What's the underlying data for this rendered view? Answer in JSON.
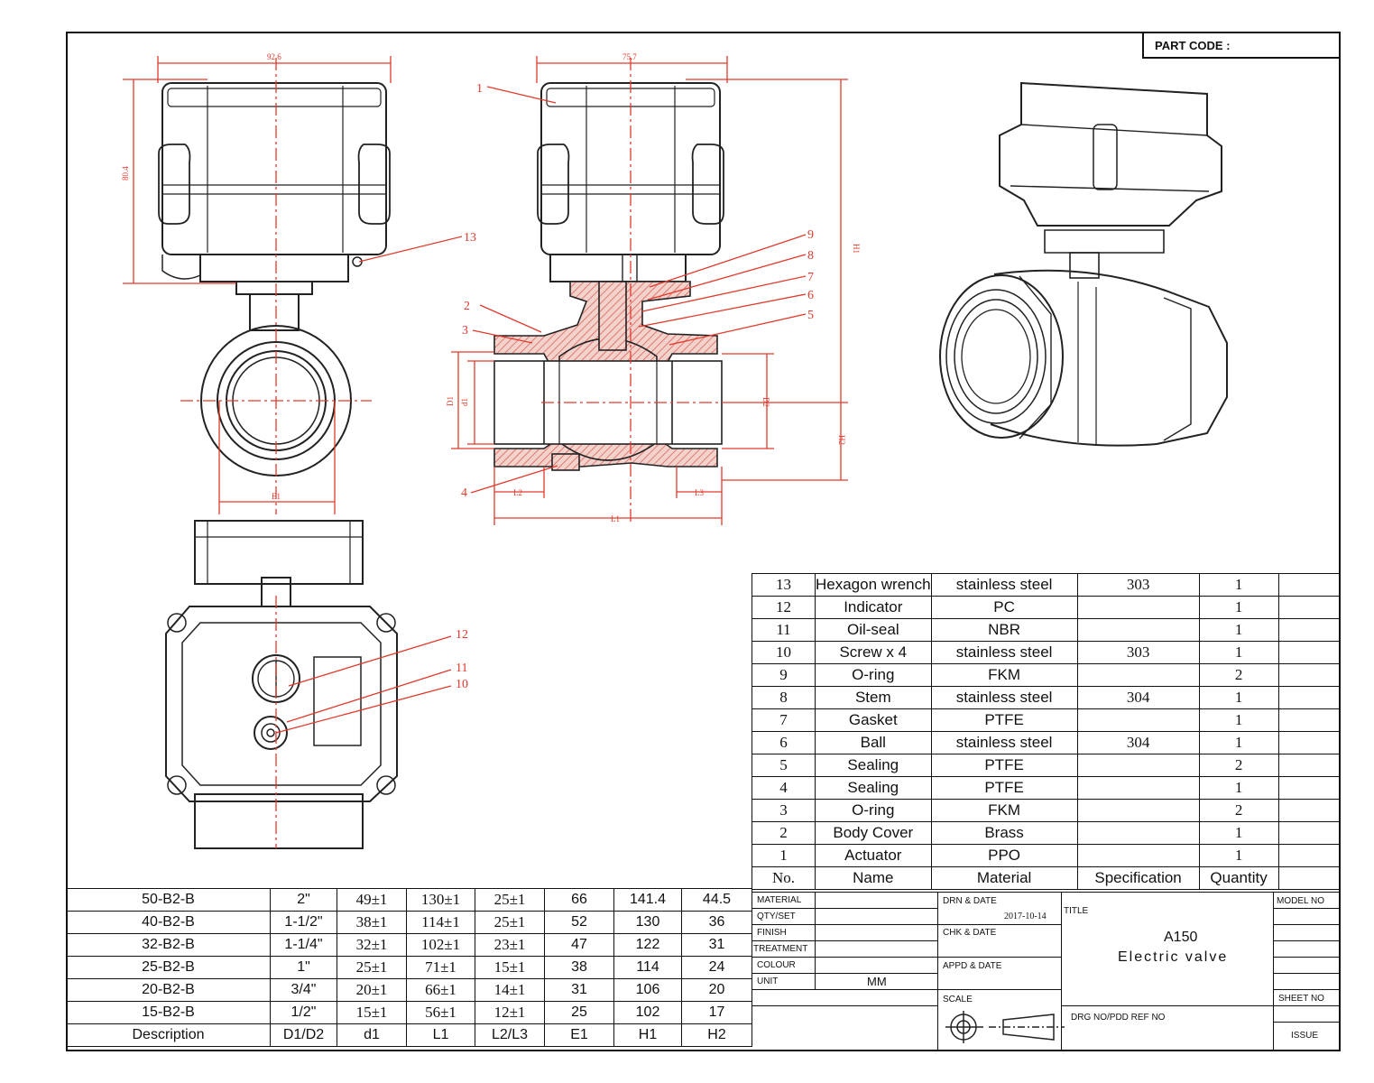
{
  "part_code_label": "PART CODE :",
  "drawing": {
    "front_dims": {
      "width": "92.6",
      "height": "80.4",
      "bottom": "E1"
    },
    "section_dims": {
      "top": "75.7",
      "h1": "H1",
      "h2": "H2",
      "d1": "D1",
      "d1s": "d1",
      "d2": "D2",
      "l1": "L1",
      "l2": "L2",
      "l3": "L3"
    },
    "callouts": [
      "1",
      "2",
      "3",
      "4",
      "5",
      "6",
      "7",
      "8",
      "9",
      "10",
      "11",
      "12",
      "13"
    ]
  },
  "parts_table": {
    "headers": {
      "no": "No.",
      "name": "Name",
      "material": "Material",
      "spec": "Specification",
      "qty": "Quantity"
    },
    "rows": [
      {
        "no": "13",
        "name": "Hexagon wrench",
        "material": "stainless steel",
        "spec": "303",
        "qty": "1"
      },
      {
        "no": "12",
        "name": "Indicator",
        "material": "PC",
        "spec": "",
        "qty": "1"
      },
      {
        "no": "11",
        "name": "Oil-seal",
        "material": "NBR",
        "spec": "",
        "qty": "1"
      },
      {
        "no": "10",
        "name": "Screw x 4",
        "material": "stainless steel",
        "spec": "303",
        "qty": "1"
      },
      {
        "no": "9",
        "name": "O-ring",
        "material": "FKM",
        "spec": "",
        "qty": "2"
      },
      {
        "no": "8",
        "name": "Stem",
        "material": "stainless steel",
        "spec": "304",
        "qty": "1"
      },
      {
        "no": "7",
        "name": "Gasket",
        "material": "PTFE",
        "spec": "",
        "qty": "1"
      },
      {
        "no": "6",
        "name": "Ball",
        "material": "stainless steel",
        "spec": "304",
        "qty": "1"
      },
      {
        "no": "5",
        "name": "Sealing",
        "material": "PTFE",
        "spec": "",
        "qty": "2"
      },
      {
        "no": "4",
        "name": "Sealing",
        "material": "PTFE",
        "spec": "",
        "qty": "1"
      },
      {
        "no": "3",
        "name": "O-ring",
        "material": "FKM",
        "spec": "",
        "qty": "2"
      },
      {
        "no": "2",
        "name": "Body Cover",
        "material": "Brass",
        "spec": "",
        "qty": "1"
      },
      {
        "no": "1",
        "name": "Actuator",
        "material": "PPO",
        "spec": "",
        "qty": "1"
      }
    ]
  },
  "dims_table": {
    "headers": [
      "Description",
      "D1/D2",
      "d1",
      "L1",
      "L2/L3",
      "E1",
      "H1",
      "H2"
    ],
    "rows": [
      [
        "50-B2-B",
        "2\"",
        "49±1",
        "130±1",
        "25±1",
        "66",
        "141.4",
        "44.5"
      ],
      [
        "40-B2-B",
        "1-1/2\"",
        "38±1",
        "114±1",
        "25±1",
        "52",
        "130",
        "36"
      ],
      [
        "32-B2-B",
        "1-1/4\"",
        "32±1",
        "102±1",
        "23±1",
        "47",
        "122",
        "31"
      ],
      [
        "25-B2-B",
        "1\"",
        "25±1",
        "71±1",
        "15±1",
        "38",
        "114",
        "24"
      ],
      [
        "20-B2-B",
        "3/4\"",
        "20±1",
        "66±1",
        "14±1",
        "31",
        "106",
        "20"
      ],
      [
        "15-B2-B",
        "1/2\"",
        "15±1",
        "56±1",
        "12±1",
        "25",
        "102",
        "17"
      ]
    ]
  },
  "title_block": {
    "material": "MATERIAL",
    "qty_set": "QTY/SET",
    "finish": "FINISH",
    "treatment": "TREATMENT",
    "colour": "COLOUR",
    "unit": "UNIT",
    "unit_value": "MM",
    "drn_date": "DRN & DATE",
    "drn_date_value": "2017-10-14",
    "chk_date": "CHK & DATE",
    "appd_date": "APPD & DATE",
    "scale": "SCALE",
    "title_label": "TITLE",
    "title_code": "A150",
    "title_name": "Electric valve",
    "drg_no": "DRG NO/PDD REF NO",
    "model_no": "MODEL NO",
    "sheet_no": "SHEET  NO",
    "issue": "ISSUE"
  }
}
